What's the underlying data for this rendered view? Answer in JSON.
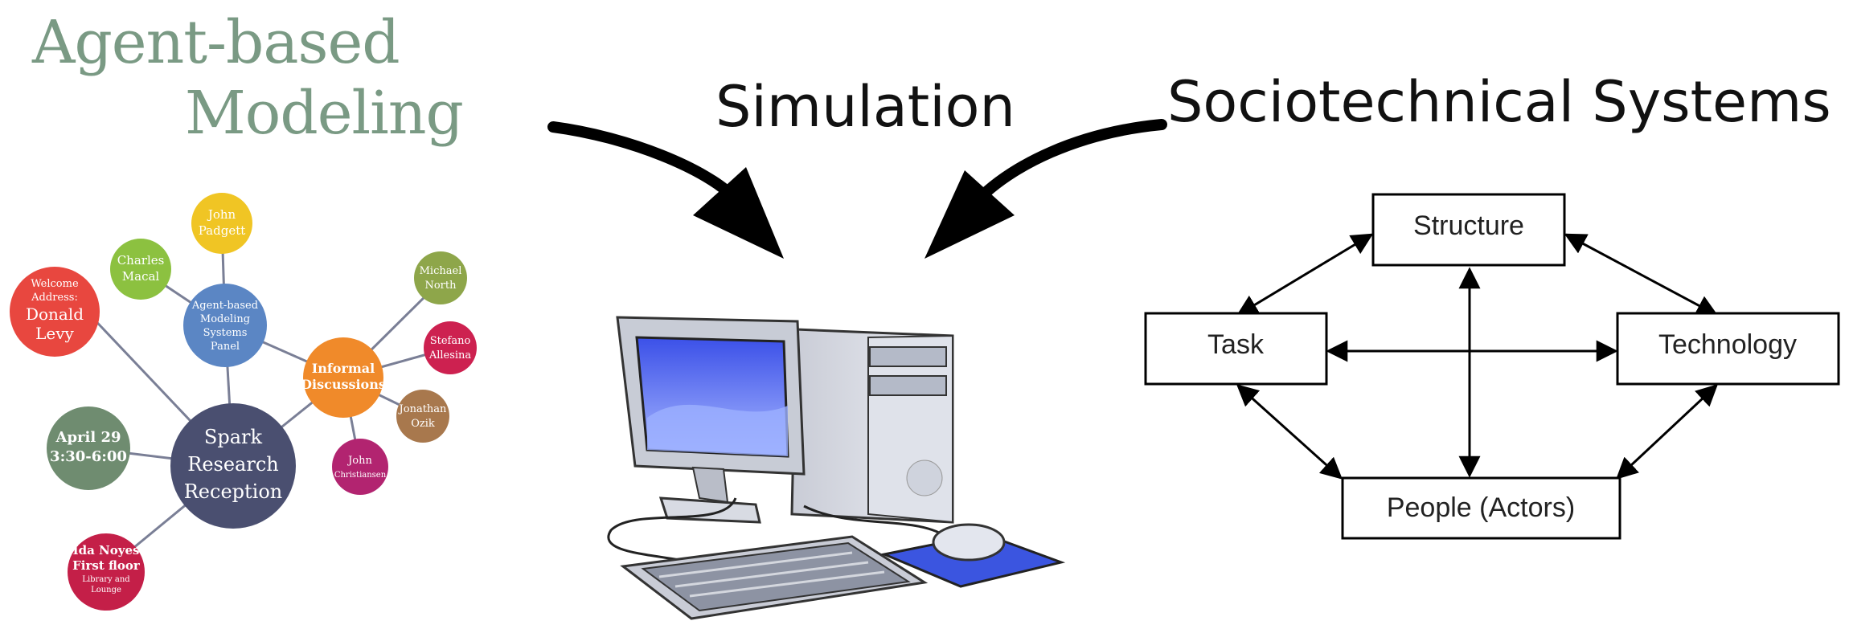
{
  "title": {
    "line1": "Agent-based",
    "line2": "Modeling"
  },
  "labels": {
    "simulation": "Simulation",
    "sociotechnical": "Sociotechnical Systems"
  },
  "network": {
    "nodes": [
      {
        "id": "reception",
        "lines": [
          "Spark",
          "Research",
          "Reception"
        ],
        "color": "#4a4f70"
      },
      {
        "id": "panel",
        "lines": [
          "Agent-based",
          "Modeling",
          "Systems",
          "Panel"
        ],
        "color": "#5b86c4"
      },
      {
        "id": "discussions",
        "lines": [
          "Informal",
          "Discussions"
        ],
        "color": "#f08a2a"
      },
      {
        "id": "april",
        "lines": [
          "April 29",
          "3:30-6:00"
        ],
        "color": "#6f8c70"
      },
      {
        "id": "welcome",
        "lines": [
          "Welcome",
          "Address:",
          "Donald",
          "Levy"
        ],
        "color": "#e8473f"
      },
      {
        "id": "noyes",
        "lines": [
          "Ida Noyes",
          "First floor",
          "Library and",
          "Lounge"
        ],
        "color": "#c41f48"
      },
      {
        "id": "padgett",
        "lines": [
          "John",
          "Padgett"
        ],
        "color": "#f0c524"
      },
      {
        "id": "macal",
        "lines": [
          "Charles",
          "Macal"
        ],
        "color": "#8cc140"
      },
      {
        "id": "north",
        "lines": [
          "Michael",
          "North"
        ],
        "color": "#8ea64a"
      },
      {
        "id": "allesina",
        "lines": [
          "Stefano",
          "Allesina"
        ],
        "color": "#cd2150"
      },
      {
        "id": "ozik",
        "lines": [
          "Jonathan",
          "Ozik"
        ],
        "color": "#a8784d"
      },
      {
        "id": "christiansen",
        "lines": [
          "John",
          "Christiansen"
        ],
        "color": "#b22470"
      }
    ],
    "edge_color": "#7a7f96"
  },
  "sociotechnical": {
    "boxes": {
      "structure": "Structure",
      "task": "Task",
      "technology": "Technology",
      "people": "People (Actors)"
    }
  },
  "colors": {
    "title": "#7a9a84",
    "arrow": "#000000",
    "monitor_screen": "#4a63e6",
    "mousepad": "#3b55e0"
  }
}
